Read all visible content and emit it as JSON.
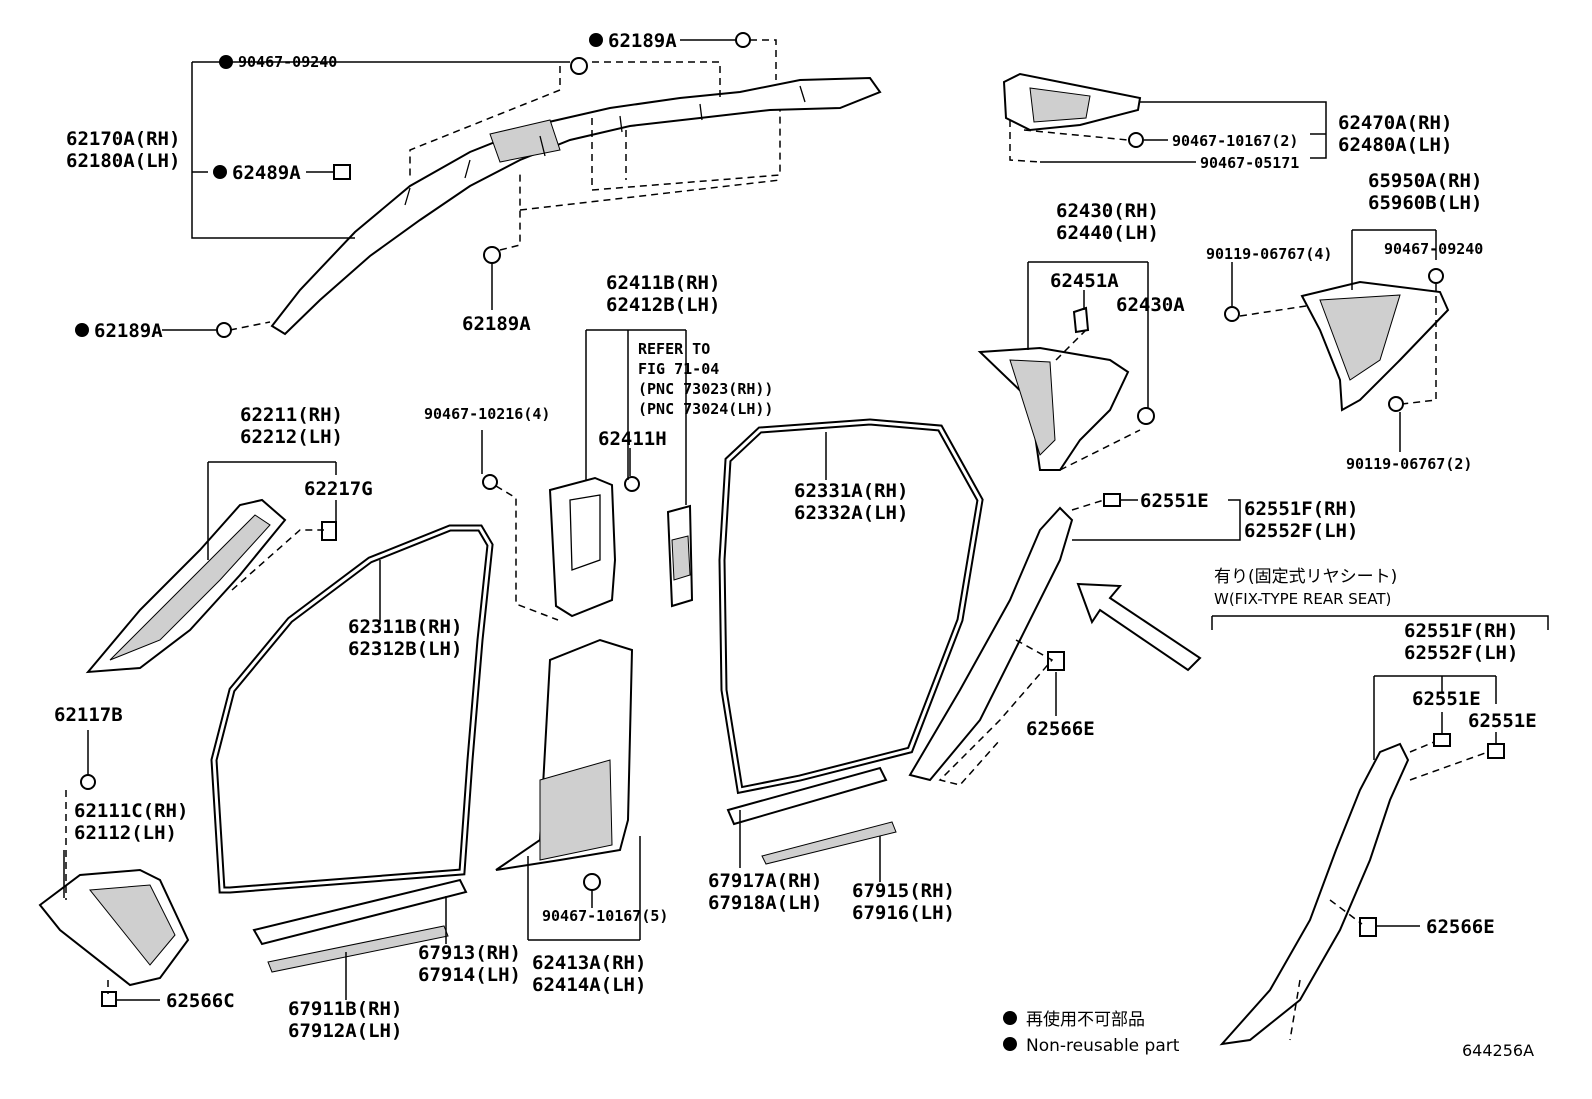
{
  "figure_id": "644256A",
  "legend": {
    "ja": "再使用不可部品",
    "en": "Non-reusable part"
  },
  "option_note": {
    "ja": "有り(固定式リヤシート)",
    "en": "W(FIX-TYPE REAR SEAT)"
  },
  "refer": {
    "line1": "REFER TO",
    "line2": "FIG 71-04",
    "line3": "(PNC 73023(RH))",
    "line4": "(PNC 73024(LH))"
  },
  "callouts": {
    "c62170a": "62170A(RH)",
    "c62180a": "62180A(LH)",
    "c90467_09240_top": "90467-09240",
    "c62189a_top": "62189A",
    "c62489a": "62489A",
    "c62189a_left": "62189A",
    "c62189a_mid": "62189A",
    "c62411b": "62411B(RH)",
    "c62412b": "62412B(LH)",
    "c62411h": "62411H",
    "c90467_10216": "90467-10216(4)",
    "c62211": "62211(RH)",
    "c62212": "62212(LH)",
    "c62217g": "62217G",
    "c62311b": "62311B(RH)",
    "c62312b": "62312B(LH)",
    "c62117b": "62117B",
    "c62111c": "62111C(RH)",
    "c62112": "62112(LH)",
    "c62566c": "62566C",
    "c67913": "67913(RH)",
    "c67914": "67914(LH)",
    "c67911b": "67911B(RH)",
    "c67912a": "67912A(LH)",
    "c90467_10167_5": "90467-10167(5)",
    "c62413a": "62413A(RH)",
    "c62414a": "62414A(LH)",
    "c62331a": "62331A(RH)",
    "c62332a": "62332A(LH)",
    "c67917a": "67917A(RH)",
    "c67918a": "67918A(LH)",
    "c67915": "67915(RH)",
    "c67916": "67916(LH)",
    "c62470a": "62470A(RH)",
    "c62480a": "62480A(LH)",
    "c90467_10167_2": "90467-10167(2)",
    "c90467_05171": "90467-05171",
    "c62430": "62430(RH)",
    "c62440": "62440(LH)",
    "c62451a": "62451A",
    "c62430a": "62430A",
    "c65950a": "65950A(RH)",
    "c65960b": "65960B(LH)",
    "c90119_06767_4": "90119-06767(4)",
    "c90467_09240_right": "90467-09240",
    "c90119_06767_2": "90119-06767(2)",
    "c62551e_top": "62551E",
    "c62551f_top": "62551F(RH)",
    "c62552f_top": "62552F(LH)",
    "c62566e_mid": "62566E",
    "c62551f_bot": "62551F(RH)",
    "c62552f_bot": "62552F(LH)",
    "c62551e_bot1": "62551E",
    "c62551e_bot2": "62551E",
    "c62566e_bot": "62566E"
  }
}
